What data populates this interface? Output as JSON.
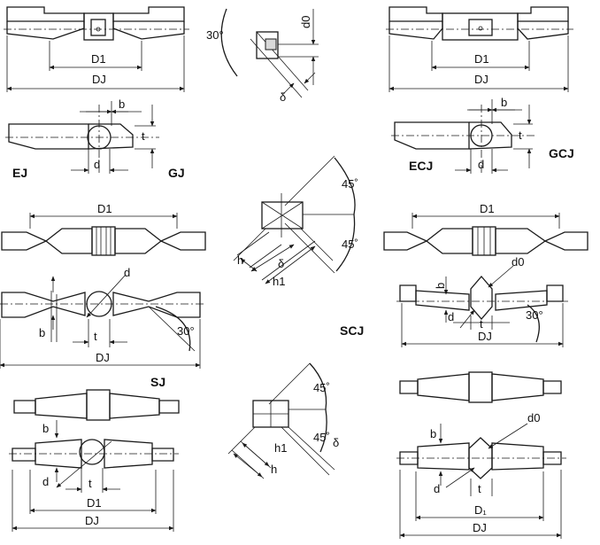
{
  "labels": {
    "d1": "D1",
    "d1_sub": "D₁",
    "dj": "DJ",
    "b": "b",
    "t": "t",
    "d": "d",
    "d0": "d0",
    "delta": "δ",
    "h": "h",
    "h1": "h1",
    "angle30": "30°",
    "angle45": "45˚",
    "ej": "EJ",
    "gj": "GJ",
    "ecj": "ECJ",
    "gcj": "GCJ",
    "scj": "SCJ",
    "sj": "SJ"
  }
}
